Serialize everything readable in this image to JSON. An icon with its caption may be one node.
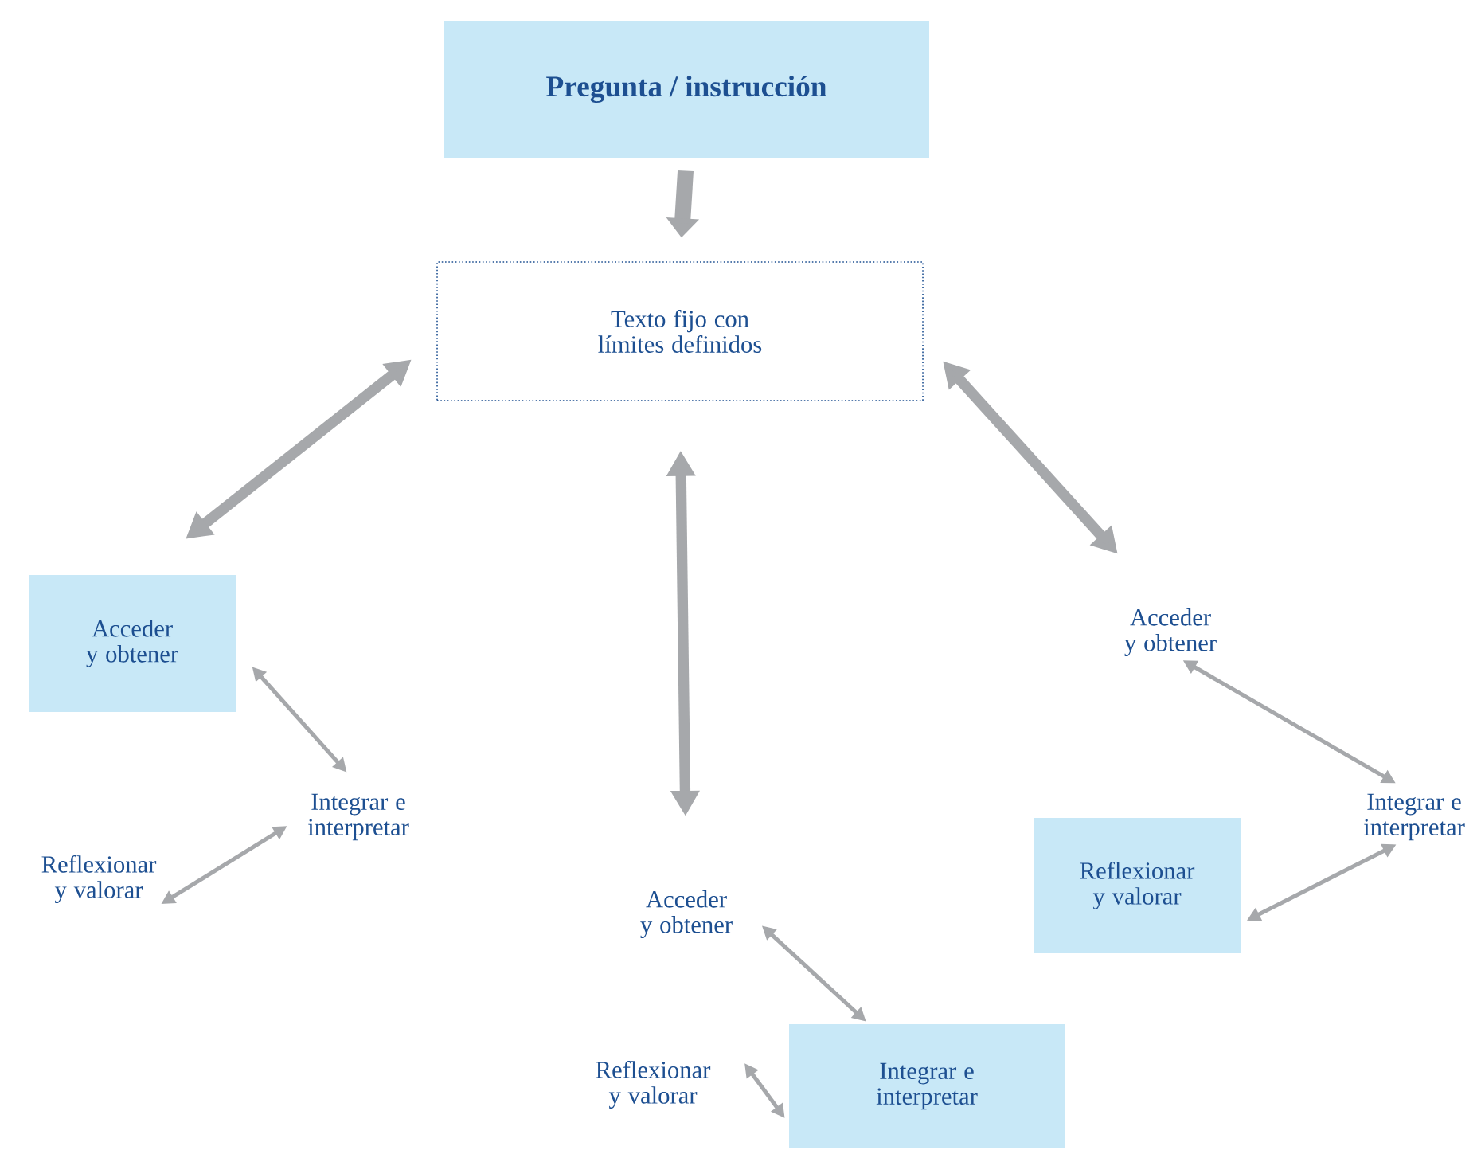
{
  "diagram": {
    "nodes": [
      {
        "text": [
          "Pregunta / instrucción"
        ]
      },
      {
        "text": [
          "Texto fijo con límites definidos"
        ]
      },
      {
        "text": [
          "Acceder y obtener"
        ]
      },
      {
        "text": [
          "Integrar e interpretar"
        ]
      },
      {
        "text": [
          "Reflexionar y valorar"
        ]
      },
      {
        "text": [
          "Acceder y obtener"
        ]
      },
      {
        "text": [
          "Integrar e interpretar"
        ]
      },
      {
        "text": [
          "Reflexionar y valorar"
        ]
      },
      {
        "text": [
          "Acceder y obtener"
        ]
      },
      {
        "text": [
          "Integrar e interpretar"
        ]
      },
      {
        "text": [
          "Reflexionar y valorar"
        ]
      }
    ],
    "edges": [
      {
        "from": 0,
        "to": 1,
        "arrow": "to",
        "style": "thick"
      },
      {
        "from": 1,
        "to": 2,
        "arrow": "both",
        "style": "thick"
      },
      {
        "from": 1,
        "to": 5,
        "arrow": "both",
        "style": "thick"
      },
      {
        "from": 1,
        "to": 8,
        "arrow": "both",
        "style": "thick"
      },
      {
        "from": 2,
        "to": 3,
        "arrow": "both"
      },
      {
        "from": 3,
        "to": 4,
        "arrow": "both"
      },
      {
        "from": 5,
        "to": 6,
        "arrow": "both"
      },
      {
        "from": 6,
        "to": 7,
        "arrow": "both"
      },
      {
        "from": 8,
        "to": 9,
        "arrow": "both"
      },
      {
        "from": 9,
        "to": 10,
        "arrow": "both"
      }
    ]
  }
}
